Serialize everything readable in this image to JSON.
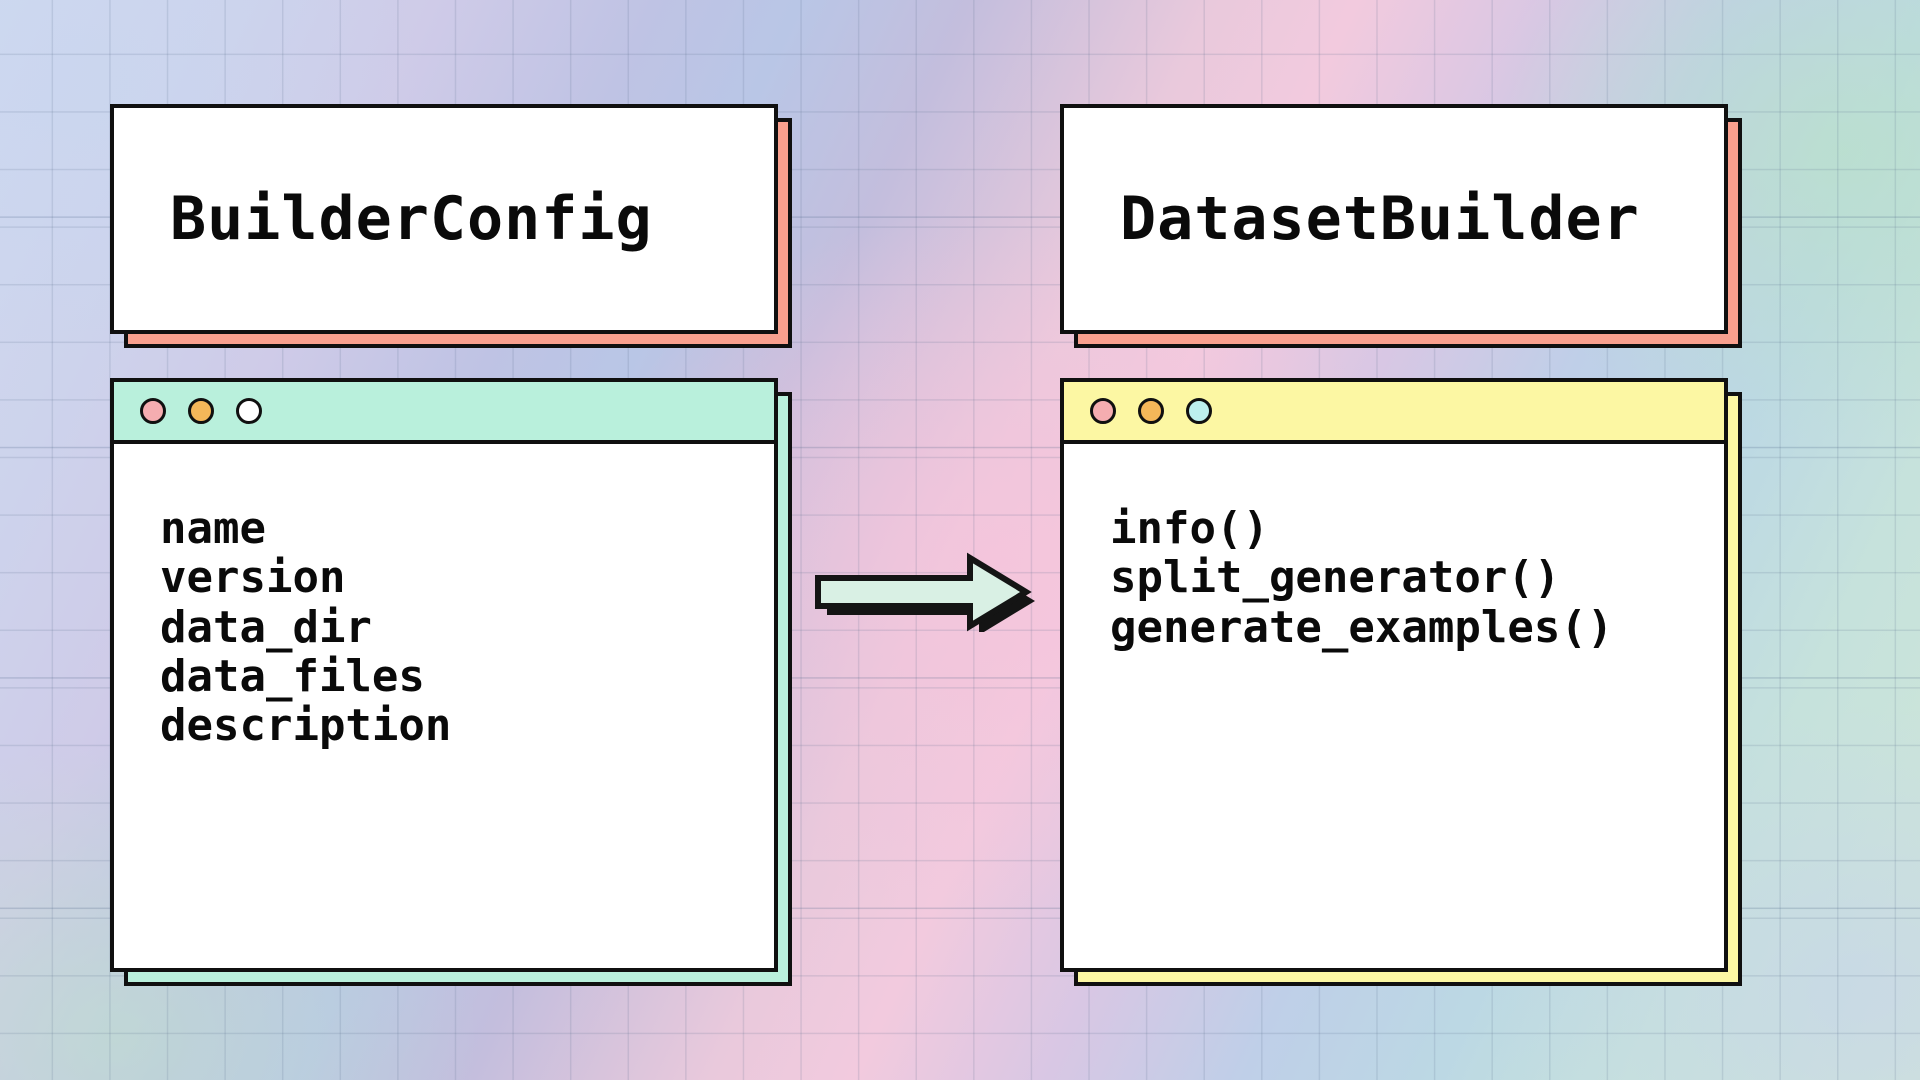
{
  "diagram": {
    "title": "BuilderConfig to DatasetBuilder",
    "background": {
      "style": "pastel-gradient-grid",
      "grid_visible": true
    },
    "accent_colors": {
      "title_card_shadow": "#f9a08e",
      "left_window_titlebar": "#b9f0dc",
      "left_window_shadow": "#b9f0dc",
      "right_window_titlebar": "#fcf7a3",
      "right_window_shadow": "#fcf7a3",
      "arrow_fill": "#d6efe2",
      "outline": "#101010",
      "panel_background": "#ffffff"
    }
  },
  "left": {
    "title": "BuilderConfig",
    "titlebar_dots": [
      {
        "name": "dot-close",
        "color": "#f5adb0"
      },
      {
        "name": "dot-minimize",
        "color": "#f5b759"
      },
      {
        "name": "dot-maximize",
        "color": "#ffffff"
      }
    ],
    "attributes": [
      "name",
      "version",
      "data_dir",
      "data_files",
      "description"
    ]
  },
  "right": {
    "title": "DatasetBuilder",
    "titlebar_dots": [
      {
        "name": "dot-close",
        "color": "#f5adb0"
      },
      {
        "name": "dot-minimize",
        "color": "#f5b759"
      },
      {
        "name": "dot-maximize",
        "color": "#bdf0ee"
      }
    ],
    "methods": [
      "info()",
      "split_generator()",
      "generate_examples()"
    ]
  },
  "connector": {
    "name": "arrow-right",
    "direction": "left-to-right",
    "label": ""
  }
}
